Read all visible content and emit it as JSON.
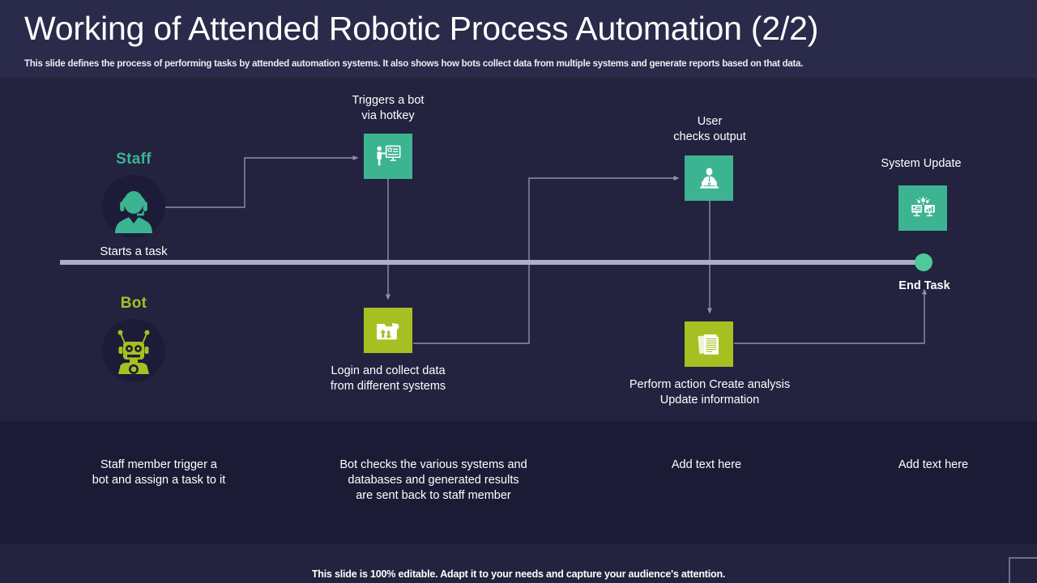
{
  "header": {
    "title": "Working of Attended Robotic Process Automation (2/2)",
    "subtitle": "This slide defines the process of performing tasks by attended automation systems. It also shows how bots collect data from multiple systems and generate reports based on that data."
  },
  "colors": {
    "background": "#23223f",
    "header_band": "#2a2a4a",
    "notes_band": "#1c1b36",
    "green": "#3cb491",
    "lime": "#a8bf22",
    "staff_title": "#3cb491",
    "bot_title": "#a8bf22",
    "timeline": "#aab0c4",
    "connector": "#8c90aa",
    "end_dot": "#4ec999"
  },
  "roles": [
    {
      "id": "staff",
      "title": "Staff",
      "caption": "Starts a task",
      "icon": "headset-person-icon",
      "color": "#3cb491"
    },
    {
      "id": "bot",
      "title": "Bot",
      "caption": "",
      "icon": "robot-icon",
      "color": "#a8bf22"
    }
  ],
  "nodes": [
    {
      "id": "trigger-bot",
      "label": "Triggers a bot\nvia hotkey",
      "label_line1": "Triggers a bot",
      "label_line2": "via hotkey",
      "icon": "presentation-person-icon",
      "color": "green",
      "label_position": "above"
    },
    {
      "id": "user-checks-output",
      "label_line1": "User",
      "label_line2": "checks output",
      "icon": "person-laptop-icon",
      "color": "green",
      "label_position": "above"
    },
    {
      "id": "system-update",
      "label_line1": "System Update",
      "label_line2": "",
      "icon": "monitors-gears-chart-icon",
      "color": "green",
      "label_position": "above"
    },
    {
      "id": "login-collect-data",
      "label_line1": "Login and collect data",
      "label_line2": "from different systems",
      "icon": "folder-transfer-arrows-icon",
      "color": "lime",
      "label_position": "below"
    },
    {
      "id": "perform-action",
      "label_line1": "Perform action Create analysis",
      "label_line2": "Update information",
      "icon": "documents-stack-icon",
      "color": "lime",
      "label_position": "below"
    }
  ],
  "timeline": {
    "end_label": "End Task"
  },
  "notes": [
    {
      "id": "note-staff",
      "line1": "Staff member trigger a",
      "line2": "bot and assign a task to it",
      "line3": ""
    },
    {
      "id": "note-bot",
      "line1": "Bot checks the various systems and",
      "line2": "databases and generated results",
      "line3": "are sent back to staff member"
    },
    {
      "id": "note-placeholder-1",
      "line1": "Add text here",
      "line2": "",
      "line3": ""
    },
    {
      "id": "note-placeholder-2",
      "line1": "Add text here",
      "line2": "",
      "line3": ""
    }
  ],
  "footer": {
    "text": "This slide is 100% editable. Adapt it to your needs and capture your audience's attention."
  }
}
